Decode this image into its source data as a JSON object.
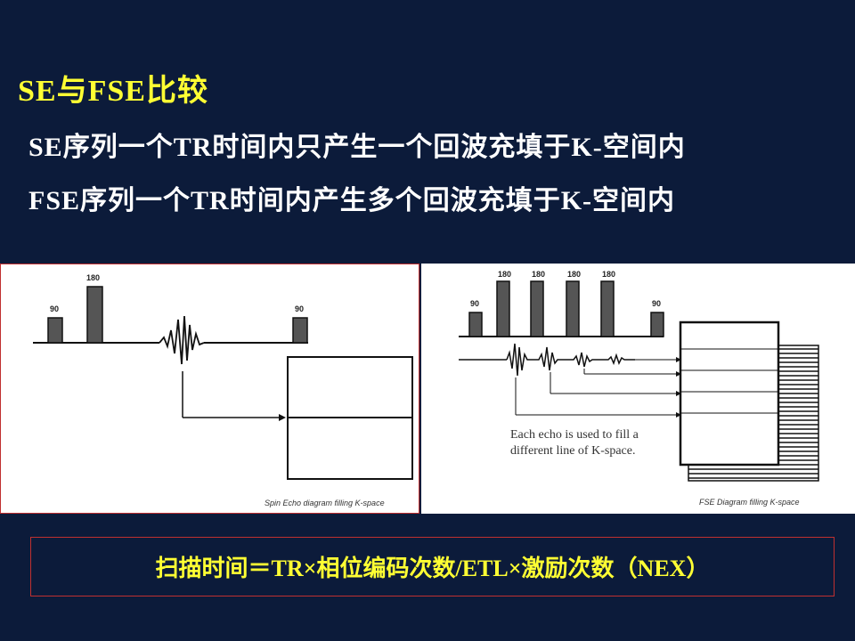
{
  "slide": {
    "title": "SE与FSE比较",
    "line1": "SE序列一个TR时间内只产生一个回波充填于K-空间内",
    "line2": "FSE序列一个TR时间内产生多个回波充填于K-空间内",
    "formula": "扫描时间＝TR×相位编码次数/ETL×激励次数（NEX）"
  },
  "se_diagram": {
    "pulse_90_a": "90",
    "pulse_180": "180",
    "pulse_90_b": "90",
    "caption": "Spin Echo diagram filling K-space"
  },
  "fse_diagram": {
    "pulse_90_a": "90",
    "pulse_180_1": "180",
    "pulse_180_2": "180",
    "pulse_180_3": "180",
    "pulse_180_4": "180",
    "pulse_90_b": "90",
    "note_line1": "Each echo is used to fill a",
    "note_line2": "different line of K-space.",
    "caption": "FSE Diagram filling K-space"
  },
  "colors": {
    "background": "#0c1b3a",
    "title": "#ffff33",
    "text": "#ffffff",
    "border": "#c03030",
    "pulse_fill": "#555555"
  }
}
